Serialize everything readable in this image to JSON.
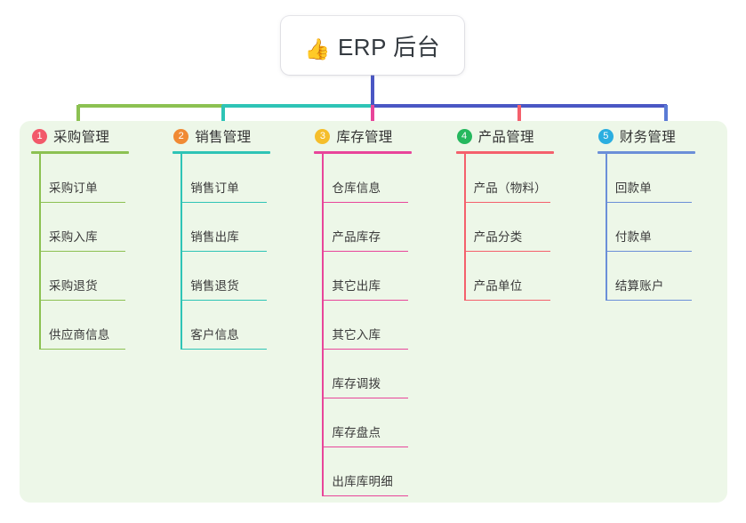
{
  "root": {
    "icon": "thumbs-up-icon",
    "icon_glyph": "👍",
    "title": "ERP 后台"
  },
  "colors": {
    "panel_bg": "#edf7e8",
    "root_text": "#343a40",
    "connector_center": "#4a57c4",
    "branch_1": "#7dbe4c",
    "branch_2": "#16c0a6",
    "branch_3": "#e8459a",
    "branch_4": "#f4606c",
    "branch_5": "#5b7bd5",
    "badge_1": "#f2596a",
    "badge_2": "#f08a34",
    "badge_3": "#f5be2b",
    "badge_4": "#26b85e",
    "badge_5": "#2baee0"
  },
  "columns": [
    {
      "number": "1",
      "badge_color": "#f2596a",
      "line_color": "#8cc152",
      "title": "采购管理",
      "items": [
        {
          "label": "采购订单"
        },
        {
          "label": "采购入库"
        },
        {
          "label": "采购退货"
        },
        {
          "label": "供应商信息"
        }
      ]
    },
    {
      "number": "2",
      "badge_color": "#f08a34",
      "line_color": "#2ec4b6",
      "title": "销售管理",
      "items": [
        {
          "label": "销售订单"
        },
        {
          "label": "销售出库"
        },
        {
          "label": "销售退货"
        },
        {
          "label": "客户信息"
        }
      ]
    },
    {
      "number": "3",
      "badge_color": "#f5be2b",
      "line_color": "#e8459a",
      "title": "库存管理",
      "items": [
        {
          "label": "仓库信息"
        },
        {
          "label": "产品库存"
        },
        {
          "label": "其它出库"
        },
        {
          "label": "其它入库"
        },
        {
          "label": "库存调拨"
        },
        {
          "label": "库存盘点"
        },
        {
          "label": "出库库明细"
        }
      ]
    },
    {
      "number": "4",
      "badge_color": "#26b85e",
      "line_color": "#f4606c",
      "title": "产品管理",
      "items": [
        {
          "label": "产品（物料）"
        },
        {
          "label": "产品分类"
        },
        {
          "label": "产品单位"
        }
      ]
    },
    {
      "number": "5",
      "badge_color": "#2baee0",
      "line_color": "#6b8fd8",
      "title": "财务管理",
      "items": [
        {
          "label": "回款单"
        },
        {
          "label": "付款单"
        },
        {
          "label": "结算账户"
        }
      ]
    }
  ]
}
